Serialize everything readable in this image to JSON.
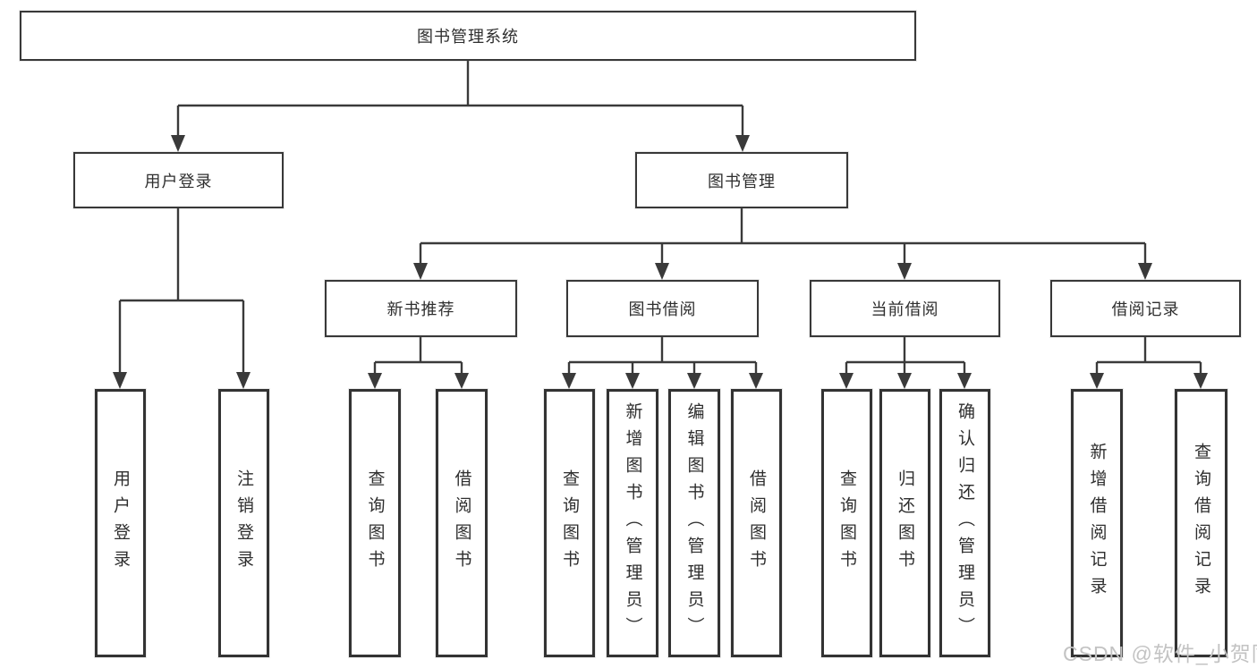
{
  "diagram": {
    "tree": {
      "label": "图书管理系统",
      "children": [
        {
          "label": "用户登录",
          "children": [
            {
              "label": "用户登录"
            },
            {
              "label": "注销登录"
            }
          ]
        },
        {
          "label": "图书管理",
          "children": [
            {
              "label": "新书推荐",
              "children": [
                {
                  "label": "查询图书"
                },
                {
                  "label": "借阅图书"
                }
              ]
            },
            {
              "label": "图书借阅",
              "children": [
                {
                  "label": "查询图书"
                },
                {
                  "label": "新增图书（管理员）"
                },
                {
                  "label": "编辑图书（管理员）"
                },
                {
                  "label": "借阅图书"
                }
              ]
            },
            {
              "label": "当前借阅",
              "children": [
                {
                  "label": "查询图书"
                },
                {
                  "label": "归还图书"
                },
                {
                  "label": "确认归还（管理员）"
                }
              ]
            },
            {
              "label": "借阅记录",
              "children": [
                {
                  "label": "新增借阅记录"
                },
                {
                  "label": "查询借阅记录"
                }
              ]
            }
          ]
        }
      ]
    },
    "colors": {
      "line": "#3a3a3a",
      "box_border": "#333333",
      "box_background": "#ffffff",
      "text": "#2e2e2e",
      "watermark": "#c3c3c3",
      "page_background": "#ffffff"
    }
  },
  "watermark": {
    "text": "CSDN @软件_小贺同学"
  }
}
